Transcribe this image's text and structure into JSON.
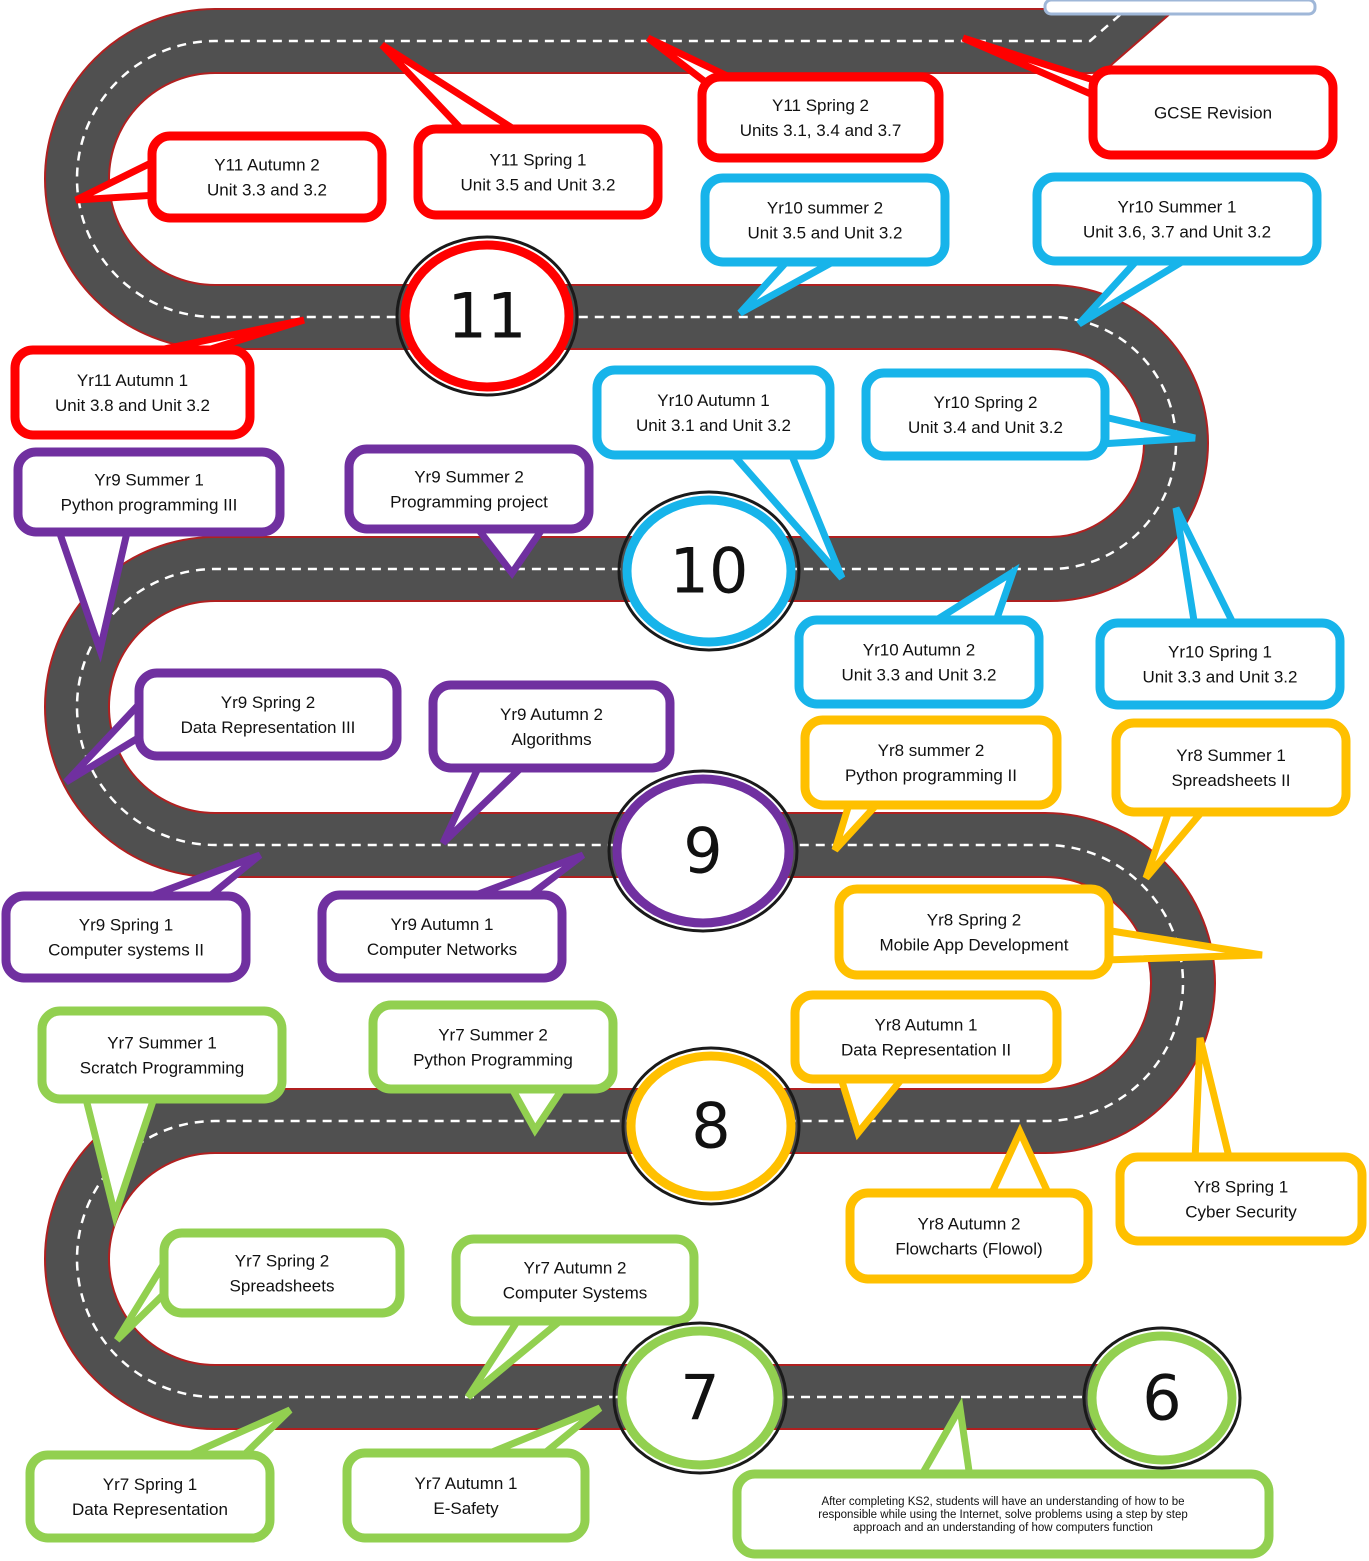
{
  "colors": {
    "red": "#ff0000",
    "blue": "#17b4ea",
    "purple": "#7030a0",
    "orange": "#ffc000",
    "green": "#92d050",
    "road": "#505050"
  },
  "milestones": [
    {
      "id": "6",
      "label": "6",
      "ring": "#92d050"
    },
    {
      "id": "7",
      "label": "7",
      "ring": "#92d050"
    },
    {
      "id": "8",
      "label": "8",
      "ring": "#ffc000"
    },
    {
      "id": "9",
      "label": "9",
      "ring": "#7030a0"
    },
    {
      "id": "10",
      "label": "10",
      "ring": "#17b4ea"
    },
    {
      "id": "11",
      "label": "11",
      "ring": "#ff0000"
    }
  ],
  "callouts": [
    {
      "id": "gcse-revision",
      "lines": [
        "GCSE Revision"
      ],
      "color": "#ff0000"
    },
    {
      "id": "y11-spring-2",
      "lines": [
        "Y11 Spring 2",
        "Units 3.1, 3.4 and 3.7"
      ],
      "color": "#ff0000"
    },
    {
      "id": "y11-spring-1",
      "lines": [
        "Y11 Spring 1",
        "Unit 3.5 and Unit 3.2"
      ],
      "color": "#ff0000"
    },
    {
      "id": "y11-autumn-2",
      "lines": [
        "Y11 Autumn 2",
        "Unit 3.3 and 3.2"
      ],
      "color": "#ff0000"
    },
    {
      "id": "y11-autumn-1",
      "lines": [
        "Yr11 Autumn 1",
        "Unit 3.8 and Unit 3.2"
      ],
      "color": "#ff0000"
    },
    {
      "id": "y10-summer-2",
      "lines": [
        "Yr10 summer 2",
        "Unit 3.5 and Unit 3.2"
      ],
      "color": "#17b4ea"
    },
    {
      "id": "y10-summer-1",
      "lines": [
        "Yr10 Summer 1",
        "Unit 3.6, 3.7 and Unit 3.2"
      ],
      "color": "#17b4ea"
    },
    {
      "id": "y10-autumn-1",
      "lines": [
        "Yr10 Autumn 1",
        "Unit 3.1 and Unit 3.2"
      ],
      "color": "#17b4ea"
    },
    {
      "id": "y10-spring-2",
      "lines": [
        "Yr10 Spring 2",
        "Unit 3.4 and Unit 3.2"
      ],
      "color": "#17b4ea"
    },
    {
      "id": "y10-autumn-2",
      "lines": [
        "Yr10 Autumn 2",
        "Unit 3.3 and Unit 3.2"
      ],
      "color": "#17b4ea"
    },
    {
      "id": "y10-spring-1",
      "lines": [
        "Yr10 Spring 1",
        "Unit 3.3 and Unit 3.2"
      ],
      "color": "#17b4ea"
    },
    {
      "id": "y9-summer-1",
      "lines": [
        "Yr9 Summer 1",
        "Python programming III"
      ],
      "color": "#7030a0"
    },
    {
      "id": "y9-summer-2",
      "lines": [
        "Yr9 Summer 2",
        "Programming project"
      ],
      "color": "#7030a0"
    },
    {
      "id": "y9-spring-2",
      "lines": [
        "Yr9 Spring 2",
        "Data Representation III"
      ],
      "color": "#7030a0"
    },
    {
      "id": "y9-autumn-2",
      "lines": [
        "Yr9 Autumn 2",
        "Algorithms"
      ],
      "color": "#7030a0"
    },
    {
      "id": "y9-spring-1",
      "lines": [
        "Yr9 Spring 1",
        "Computer systems II"
      ],
      "color": "#7030a0"
    },
    {
      "id": "y9-autumn-1",
      "lines": [
        "Yr9 Autumn 1",
        "Computer Networks"
      ],
      "color": "#7030a0"
    },
    {
      "id": "y8-summer-2",
      "lines": [
        "Yr8 summer 2",
        "Python programming II"
      ],
      "color": "#ffc000"
    },
    {
      "id": "y8-summer-1",
      "lines": [
        "Yr8 Summer 1",
        "Spreadsheets II"
      ],
      "color": "#ffc000"
    },
    {
      "id": "y8-spring-2",
      "lines": [
        "Yr8 Spring 2",
        "Mobile App Development"
      ],
      "color": "#ffc000"
    },
    {
      "id": "y8-autumn-1",
      "lines": [
        "Yr8 Autumn 1",
        "Data Representation II"
      ],
      "color": "#ffc000"
    },
    {
      "id": "y8-autumn-2",
      "lines": [
        "Yr8 Autumn 2",
        "Flowcharts (Flowol)"
      ],
      "color": "#ffc000"
    },
    {
      "id": "y8-spring-1",
      "lines": [
        "Yr8 Spring 1",
        "Cyber Security"
      ],
      "color": "#ffc000"
    },
    {
      "id": "y7-summer-1",
      "lines": [
        "Yr7 Summer 1",
        "Scratch Programming"
      ],
      "color": "#92d050"
    },
    {
      "id": "y7-summer-2",
      "lines": [
        "Yr7 Summer 2",
        "Python Programming"
      ],
      "color": "#92d050"
    },
    {
      "id": "y7-spring-2",
      "lines": [
        "Yr7 Spring 2",
        "Spreadsheets"
      ],
      "color": "#92d050"
    },
    {
      "id": "y7-autumn-2",
      "lines": [
        "Yr7 Autumn 2",
        "Computer Systems"
      ],
      "color": "#92d050"
    },
    {
      "id": "y7-spring-1",
      "lines": [
        "Yr7 Spring 1",
        "Data Representation"
      ],
      "color": "#92d050"
    },
    {
      "id": "y7-autumn-1",
      "lines": [
        "Yr7 Autumn 1",
        "E-Safety"
      ],
      "color": "#92d050"
    },
    {
      "id": "ks2-note",
      "lines": [
        "After completing KS2, students will have an understanding of how to be",
        "responsible while using the Internet, solve problems using a step by step",
        "approach and an understanding of how computers function"
      ],
      "color": "#92d050"
    }
  ]
}
